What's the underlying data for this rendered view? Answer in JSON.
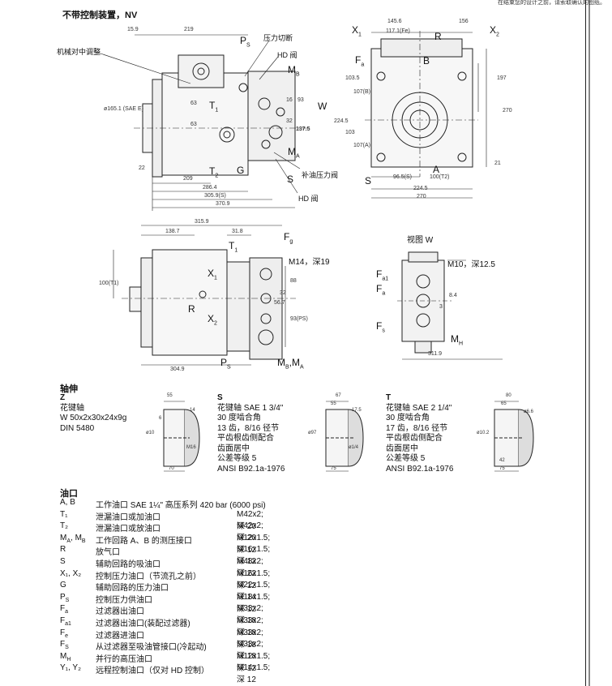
{
  "header": {
    "corner_note": "在结束您的设计之前，请索取确认的图纸。",
    "section_title": "不带控制装置，NV"
  },
  "drawing1": {
    "callouts": [
      "机械对中调整",
      "压力切断",
      "HD 阀",
      "补油压力阀",
      "HD 阀"
    ],
    "port_labels": [
      "P",
      "S",
      "M",
      "B",
      "T",
      "1",
      "T",
      "2",
      "G",
      "M",
      "A",
      "S"
    ],
    "dims_top": [
      "15.9",
      "219"
    ],
    "dims_bottom": [
      "209",
      "286.4",
      "305.9(S)",
      "370.9"
    ],
    "dims_side": [
      "63",
      "63",
      "16",
      "93",
      "32",
      "137.5",
      "22",
      "ø165.1 (SAE E)"
    ]
  },
  "drawing2": {
    "labels": [
      "X",
      "1",
      "X",
      "2",
      "R",
      "F",
      "a",
      "B",
      "A",
      "S",
      "W"
    ],
    "dims_top": [
      "145.6",
      "156",
      "117.1(Fe)"
    ],
    "dims_bottom": [
      "96.5(S)",
      "100(T2)",
      "224.5",
      "270"
    ],
    "dims_side": [
      "197",
      "270",
      "103.5",
      "107(B)",
      "103",
      "107(A)",
      "224.5",
      "21"
    ]
  },
  "drawing3": {
    "dims": [
      "315.9",
      "138.7",
      "31.8",
      "100(T1)",
      "88",
      "32",
      "56.7",
      "93(PS)",
      "304.9"
    ],
    "labels": [
      "F",
      "g",
      "T",
      "1",
      "X",
      "1",
      "X",
      "2",
      "R",
      "P",
      "S",
      "M14，深19",
      "M",
      "B",
      ",M",
      "A"
    ]
  },
  "drawing4": {
    "title": "视图 W",
    "note": "M10，深12.5",
    "labels": [
      "F",
      "a1",
      "F",
      "a",
      "F",
      "s",
      "M",
      "H"
    ],
    "dims": [
      "3",
      "8.4",
      "311.9"
    ]
  },
  "shafts": {
    "title": "轴伸",
    "z": {
      "code": "Z",
      "lines": [
        "花键轴",
        "W 50x2x30x24x9g",
        "DIN 5480"
      ],
      "dims": [
        "55",
        "14",
        "70",
        "ø10",
        "M16",
        "6"
      ]
    },
    "s": {
      "code": "S",
      "lines": [
        "花键轴 SAE 1 3/4\"",
        "30 度啮合角",
        "13 齿，8/16 径节",
        "平齿根齿侧配合",
        "齿面居中",
        "公差等级 5",
        "ANSI B92.1a-1976"
      ],
      "dims": [
        "67",
        "55",
        "17.5",
        "75",
        "ø97",
        "ø1/4"
      ]
    },
    "t": {
      "code": "T",
      "lines": [
        "花键轴 SAE 2 1/4\"",
        "30 度啮合角",
        "17 齿，8/16 径节",
        "平齿根齿侧配合",
        "齿面居中",
        "公差等级 5",
        "ANSI B92.1a-1976"
      ],
      "dims": [
        "80",
        "65",
        "42",
        "75",
        "ø6.6",
        "ø10.2"
      ]
    }
  },
  "ports": {
    "title": "油口",
    "rows": [
      {
        "key": "A, B",
        "desc": "工作油口 SAE 1¼\"  高压系列 420 bar (6000 psi)",
        "spec": ""
      },
      {
        "key": "T₁",
        "desc": "泄漏油口或加油口",
        "spec": "M42x2; 深 20"
      },
      {
        "key": "T₂",
        "desc": "泄漏油口或放油口",
        "spec": "M42x2; 深 20"
      },
      {
        "key": "M_A, M_B",
        "desc": "工作回路 A、B 的测压接口",
        "spec": "M12x1.5; 深 12"
      },
      {
        "key": "R",
        "desc": "放气口",
        "spec": "M16x1.5; 深 12"
      },
      {
        "key": "S",
        "desc": "辅助回路的吸油口",
        "spec": "M48x2; 深 22"
      },
      {
        "key": "X₁, X₂",
        "desc": "控制压力油口（节流孔之前）",
        "spec": "M16x1.5; 深 12"
      },
      {
        "key": "G",
        "desc": "辅助回路的压力油口",
        "spec": "M22x1.5; 深 14"
      },
      {
        "key": "P_S",
        "desc": "控制压力供油口",
        "spec": "M18x1.5; 深 12"
      },
      {
        "key": "F_a",
        "desc": "过滤器出油口",
        "spec": "M33x2; 深 18"
      },
      {
        "key": "F_a1",
        "desc": "过滤器出油口(装配过滤器)",
        "spec": "M33x2; 深 18"
      },
      {
        "key": "F_e",
        "desc": "过滤器进油口",
        "spec": "M33x2; 深 18"
      },
      {
        "key": "F_S",
        "desc": "从过滤器至吸油管接口(冷起动)",
        "spec": "M33x2; 深 18"
      },
      {
        "key": "M_H",
        "desc": "并行的高压油口",
        "spec": "M12x1.5; 深 12"
      },
      {
        "key": "Y₁, Y₂",
        "desc": "远程控制油口（仅对 HD 控制）",
        "spec": "M14x1.5; 深 12"
      }
    ]
  }
}
